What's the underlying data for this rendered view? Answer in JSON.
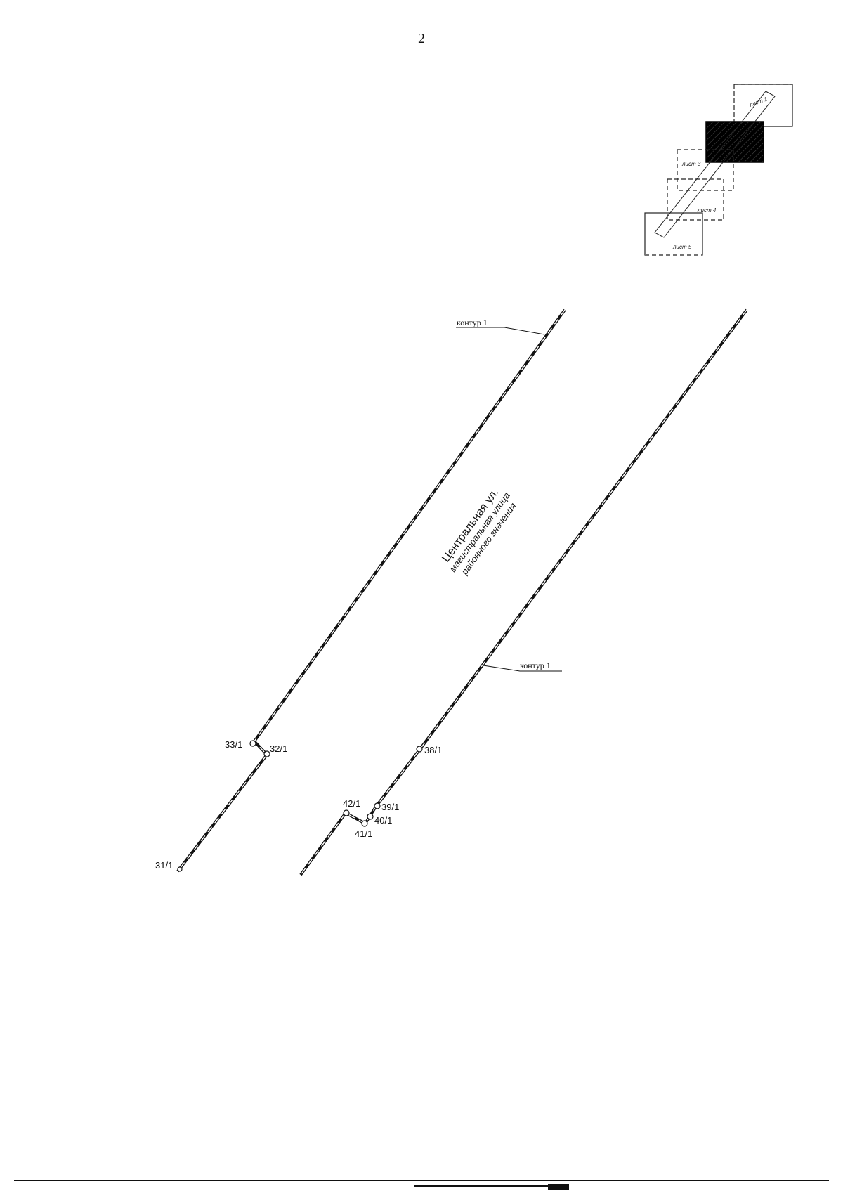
{
  "page": {
    "number": "2"
  },
  "street": {
    "line1": "Центральная ул.",
    "line2": "магистральная улица",
    "line3": "районного значения"
  },
  "contours": {
    "left_label": "контур 1",
    "right_label": "контур 1"
  },
  "points": {
    "p31": "31/1",
    "p32": "32/1",
    "p33": "33/1",
    "p38": "38/1",
    "p39": "39/1",
    "p40": "40/1",
    "p41": "41/1",
    "p42": "42/1"
  },
  "key_map": {
    "sheets": [
      "лист 1",
      "лист 3",
      "лист 4",
      "лист 5"
    ],
    "current_sheet_fill": "#000000"
  },
  "colors": {
    "line": "#111111",
    "background": "#ffffff"
  }
}
